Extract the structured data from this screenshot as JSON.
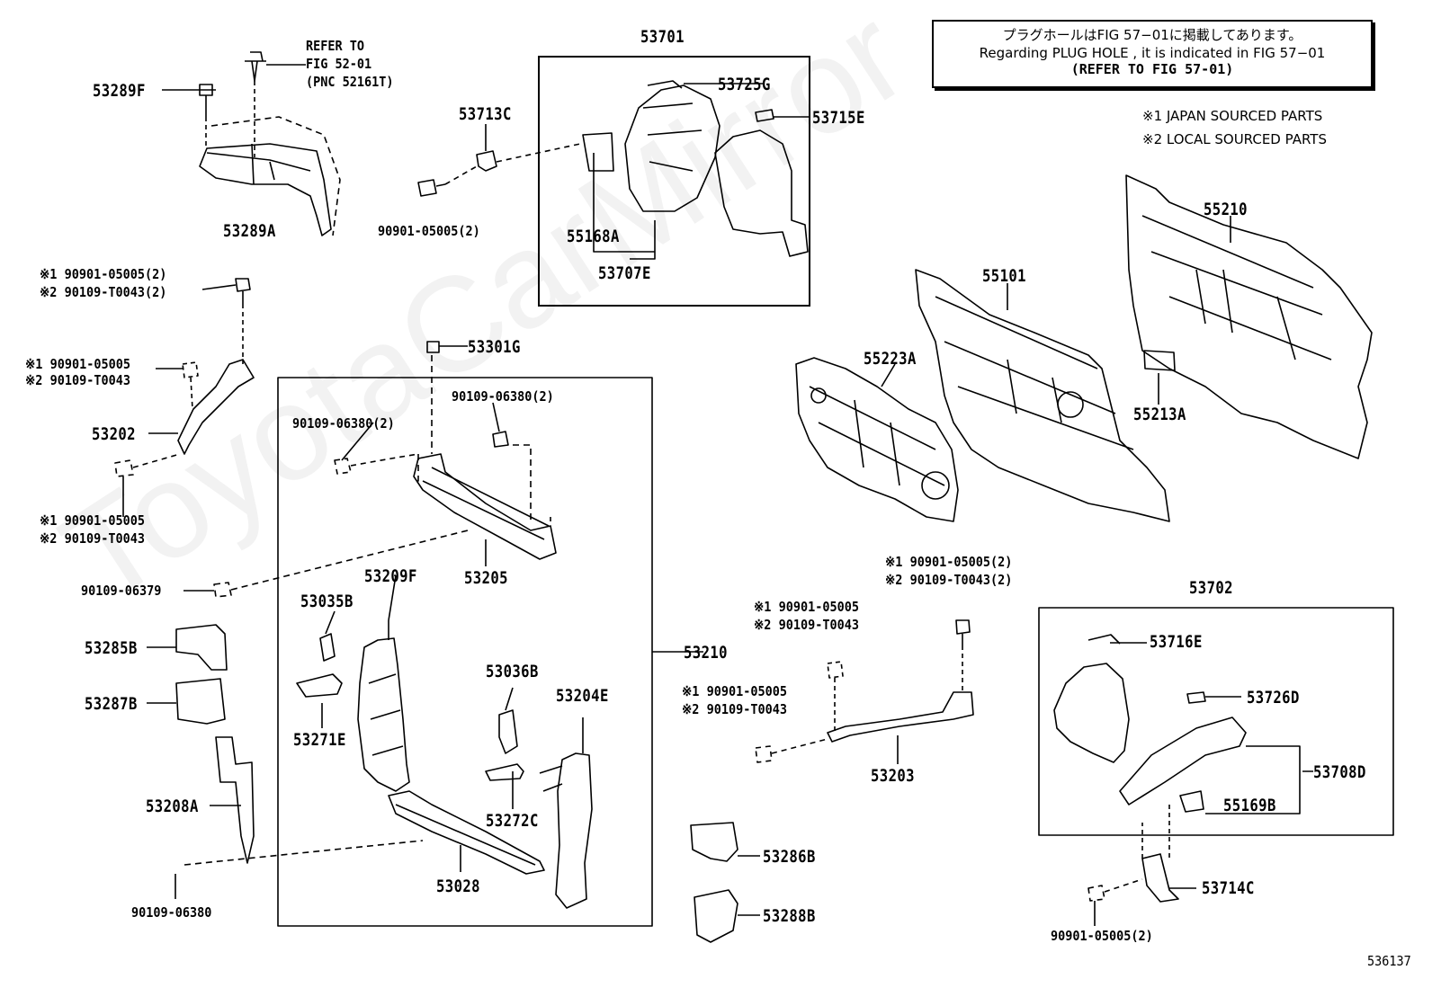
{
  "watermark": "ToyotaCarMirror",
  "diagram_id": "536137",
  "note": {
    "line1": "プラグホールはFIG 57−01に掲載してあります。",
    "line2": "Regarding  PLUG  HOLE , it is indicated in FIG  57−01",
    "line3": "(REFER TO FIG 57-01)"
  },
  "legend": {
    "item1": "※1  JAPAN SOURCED PARTS",
    "item2": "※2  LOCAL SOURCED PARTS"
  },
  "labels": {
    "p53289F": "53289F",
    "refer1": "REFER TO",
    "refer2": "FIG 52-01",
    "refer3": "(PNC 52161T)",
    "p53289A": "53289A",
    "p53713C": "53713C",
    "b90901_05005_2a": "90901-05005(2)",
    "p53701": "53701",
    "p53725G": "53725G",
    "p53715E": "53715E",
    "p55168A": "55168A",
    "p53707E": "53707E",
    "p55210": "55210",
    "p55101": "55101",
    "p55223A": "55223A",
    "p55213A": "55213A",
    "s1_a": "※1 90901-05005(2)",
    "s2_a": "※2 90109-T0043(2)",
    "s1_b": "※1 90901-05005",
    "s2_b": "※2 90109-T0043",
    "p53202": "53202",
    "s1_c": "※1 90901-05005",
    "s2_c": "※2 90109-T0043",
    "p53301G": "53301G",
    "b90109_06380_2a": "90109-06380(2)",
    "b90109_06380_2b": "90109-06380(2)",
    "p53205": "53205",
    "b90109_06379": "90109-06379",
    "p53035B": "53035B",
    "p53209F": "53209F",
    "p53210": "53210",
    "p53285B": "53285B",
    "p53287B": "53287B",
    "p53271E": "53271E",
    "p53036B": "53036B",
    "p53204E": "53204E",
    "p53208A": "53208A",
    "p53272C": "53272C",
    "p53028": "53028",
    "b90109_06380": "90109-06380",
    "s1_d": "※1 90901-05005(2)",
    "s2_d": "※2 90109-T0043(2)",
    "s1_e": "※1 90901-05005",
    "s2_e": "※2 90109-T0043",
    "s1_f": "※1 90901-05005",
    "s2_f": "※2 90109-T0043",
    "p53203": "53203",
    "p53286B": "53286B",
    "p53288B": "53288B",
    "p53702": "53702",
    "p53716E": "53716E",
    "p53726D": "53726D",
    "p53708D": "53708D",
    "p55169B": "55169B",
    "p53714C": "53714C",
    "b90901_05005_2b": "90901-05005(2)"
  }
}
